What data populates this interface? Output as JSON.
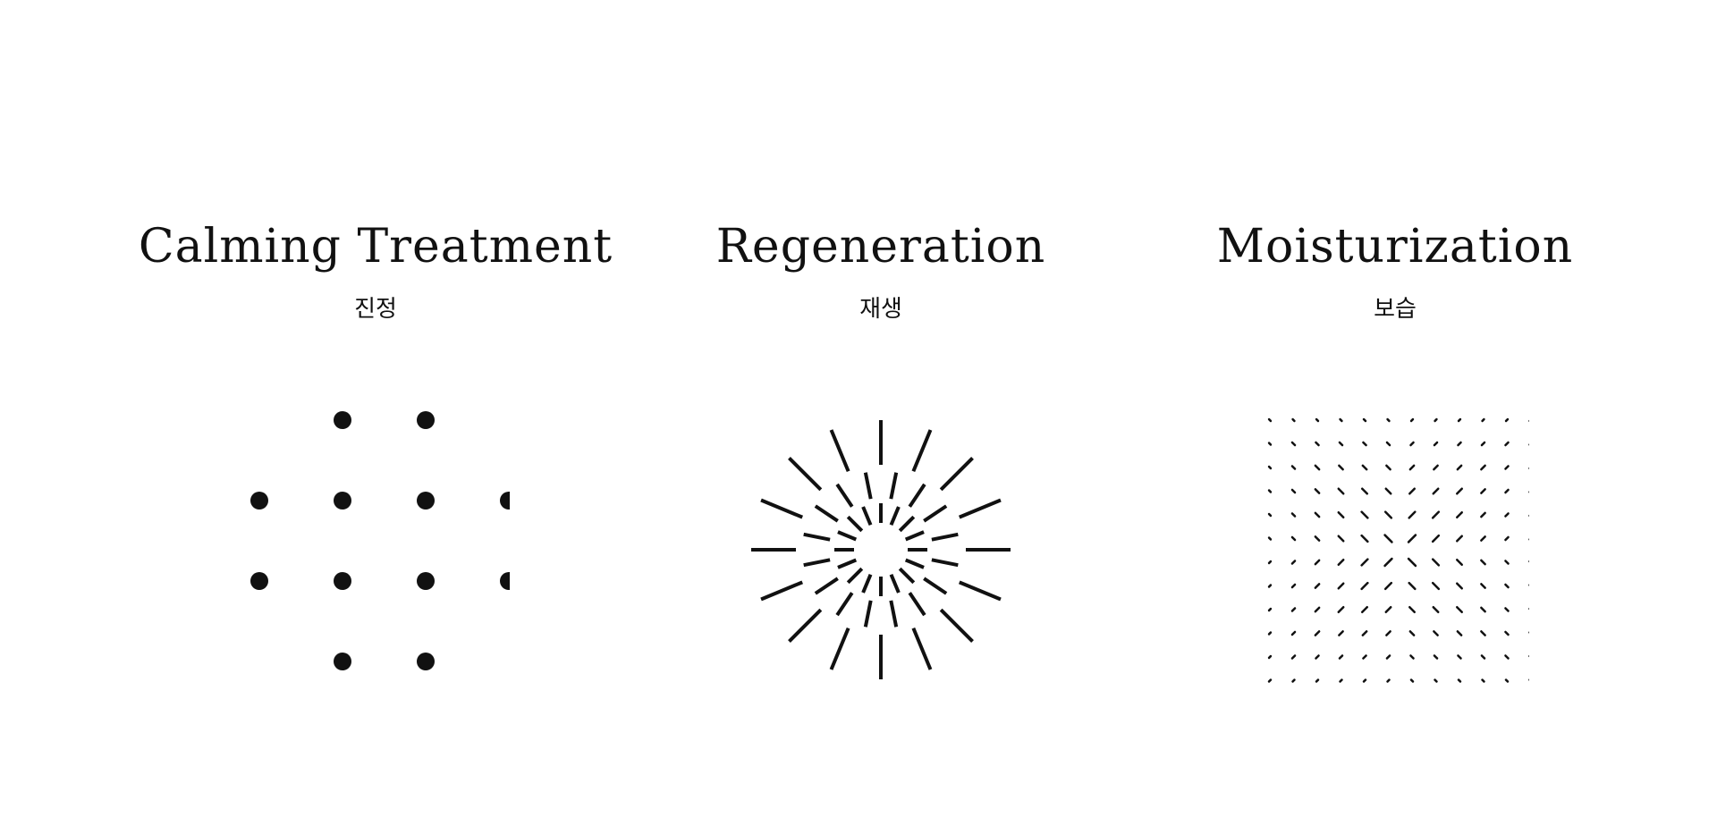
{
  "accent_color": "#111111",
  "background_color": "#ffffff",
  "features": [
    {
      "title": "Calming Treatment",
      "subtitle": "진정",
      "icon": "dot-grid-icon"
    },
    {
      "title": "Regeneration",
      "subtitle": "재생",
      "icon": "radial-burst-icon"
    },
    {
      "title": "Moisturization",
      "subtitle": "보습",
      "icon": "line-field-icon"
    }
  ]
}
